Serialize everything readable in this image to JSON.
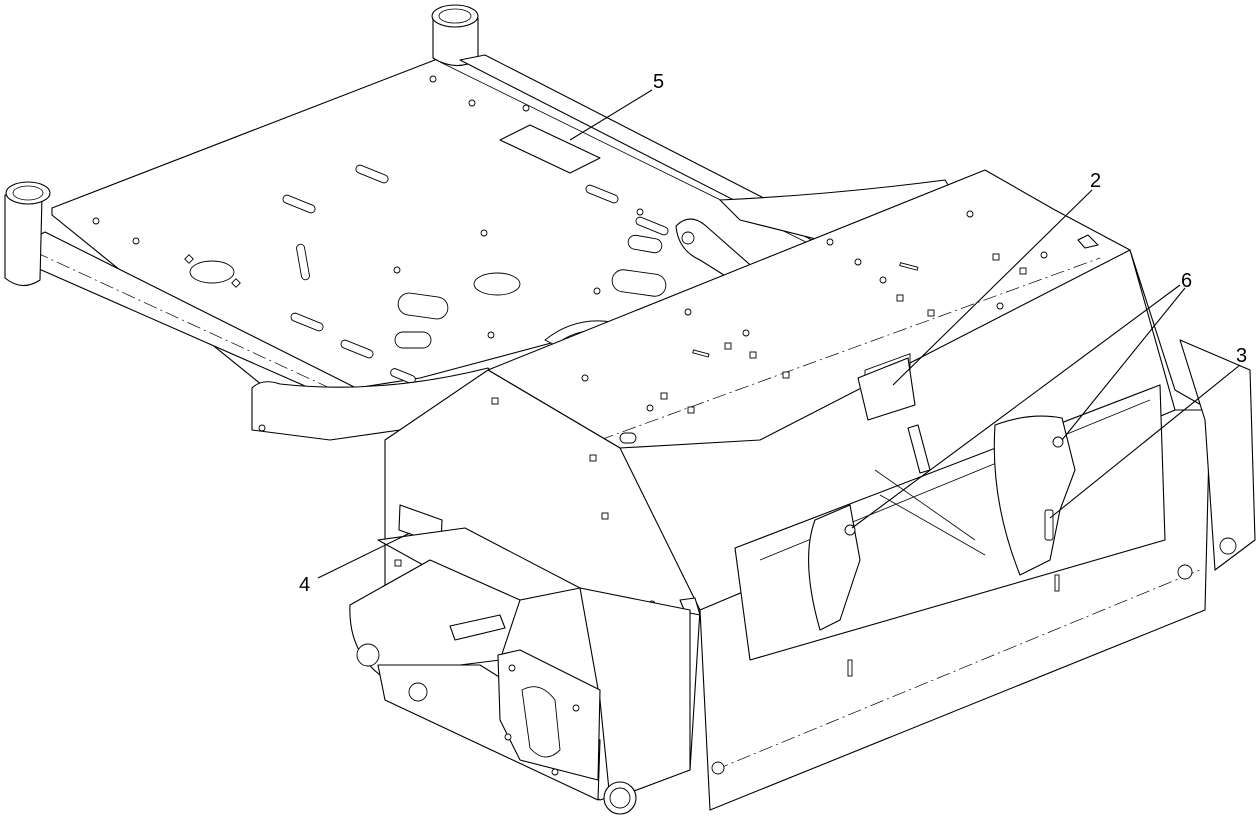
{
  "callouts": [
    {
      "id": "2",
      "label": "2"
    },
    {
      "id": "3",
      "label": "3"
    },
    {
      "id": "4",
      "label": "4"
    },
    {
      "id": "5",
      "label": "5"
    },
    {
      "id": "6",
      "label": "6"
    }
  ]
}
